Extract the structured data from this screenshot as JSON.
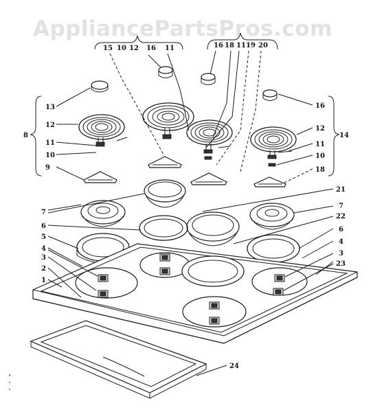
{
  "watermark": "AppliancePartsPros.com",
  "top_labels": {
    "left_group": [
      "15",
      "10",
      "12",
      "16",
      "11"
    ],
    "right_group": [
      "16",
      "18",
      "11",
      "19",
      "20"
    ]
  },
  "callouts": [
    {
      "id": "c13",
      "text": "13"
    },
    {
      "id": "c12l",
      "text": "12"
    },
    {
      "id": "c8",
      "text": "8"
    },
    {
      "id": "c11l",
      "text": "11"
    },
    {
      "id": "c10l",
      "text": "10"
    },
    {
      "id": "c9",
      "text": "9"
    },
    {
      "id": "c16r",
      "text": "16"
    },
    {
      "id": "c12r",
      "text": "12"
    },
    {
      "id": "c14",
      "text": "14"
    },
    {
      "id": "c11r",
      "text": "11"
    },
    {
      "id": "c10r",
      "text": "10"
    },
    {
      "id": "c18r",
      "text": "18"
    },
    {
      "id": "c21",
      "text": "21"
    },
    {
      "id": "c7l",
      "text": "7"
    },
    {
      "id": "c7r",
      "text": "7"
    },
    {
      "id": "c6l",
      "text": "6"
    },
    {
      "id": "c22",
      "text": "22"
    },
    {
      "id": "c5",
      "text": "5"
    },
    {
      "id": "c6r",
      "text": "6"
    },
    {
      "id": "c4l",
      "text": "4"
    },
    {
      "id": "c4r",
      "text": "4"
    },
    {
      "id": "c3l",
      "text": "3"
    },
    {
      "id": "c3r",
      "text": "3"
    },
    {
      "id": "c23",
      "text": "23"
    },
    {
      "id": "c2",
      "text": "2"
    },
    {
      "id": "c1",
      "text": "1"
    },
    {
      "id": "c24",
      "text": "24"
    }
  ]
}
